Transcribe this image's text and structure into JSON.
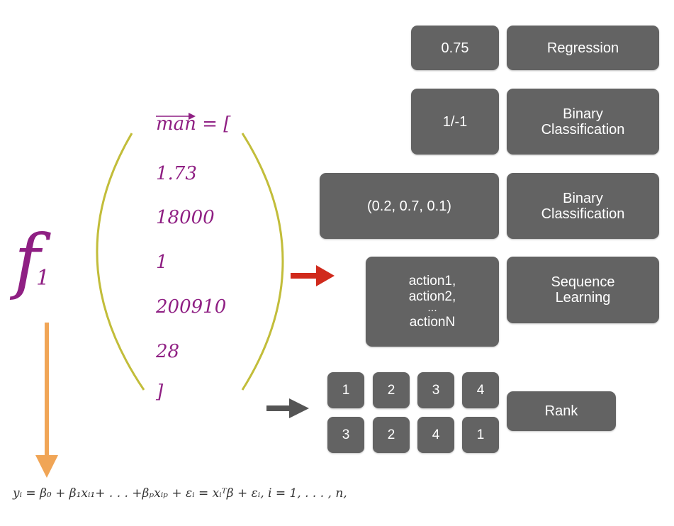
{
  "function_symbol": {
    "main": "f",
    "sub": "1"
  },
  "vector": {
    "name": "man",
    "open": "= [",
    "values": [
      "1.73",
      "18000",
      "1",
      "200910",
      "28"
    ],
    "close": "]"
  },
  "outputs": [
    {
      "value": "0.75",
      "task": "Regression"
    },
    {
      "value": "1/-1",
      "task_lines": [
        "Binary",
        "Classification"
      ]
    },
    {
      "value": "(0.2, 0.7, 0.1)",
      "task_lines": [
        "Binary",
        "Classification"
      ]
    },
    {
      "value_lines": [
        "action1,",
        "action2,",
        "...",
        "actionN"
      ],
      "task_lines": [
        "Sequence",
        "Learning"
      ]
    }
  ],
  "rank": {
    "row1": [
      "1",
      "2",
      "3",
      "4"
    ],
    "row2": [
      "3",
      "2",
      "4",
      "1"
    ],
    "label": "Rank"
  },
  "formula": "yᵢ = β₀ + β₁xᵢ₁+ . . . +βₚxᵢₚ + εᵢ = xᵢᵀβ + εᵢ,       i = 1, . . . , n,",
  "colors": {
    "box": "#636363",
    "purple": "#8f1f83",
    "bracket": "#c2bd3a",
    "red_arrow": "#d02a1c",
    "gray_arrow": "#555555",
    "orange_arrow": "#f0a556"
  }
}
